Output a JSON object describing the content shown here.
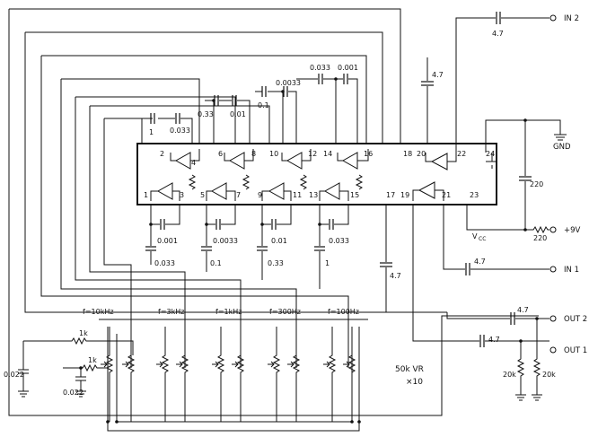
{
  "labels": {
    "in2": "IN 2",
    "in1": "IN 1",
    "gnd": "GND",
    "vcc_supply": "+9V",
    "vcc": "V",
    "vcc_sub": "CC",
    "out2": "OUT 2",
    "out1": "OUT 1",
    "vr": "50k  VR",
    "vr_count": "×10"
  },
  "pins": {
    "p1": "1",
    "p2": "2",
    "p3": "3",
    "p4": "4",
    "p5": "5",
    "p6": "6",
    "p7": "7",
    "p8": "8",
    "p9": "9",
    "p10": "10",
    "p11": "11",
    "p12": "12",
    "p13": "13",
    "p14": "14",
    "p15": "15",
    "p16": "16",
    "p17": "17",
    "p18": "18",
    "p19": "19",
    "p20": "20",
    "p21": "21",
    "p22": "22",
    "p23": "23",
    "p24": "24"
  },
  "components": {
    "c_in2": "4.7",
    "c_p20": "4.7",
    "c_in1": "4.7",
    "c_17": "4.7",
    "c_out2": "4.7",
    "c_out1": "4.7",
    "c_220": "220",
    "r_220": "220",
    "c_1": "1",
    "c_0033a": "0.033",
    "c_033": "0.33",
    "c_001a": "0.01",
    "c_01": "0.1",
    "c_00033a": "0.0033",
    "c_0033b": "0.033",
    "c_0001": "0.001",
    "c_b0001": "0.001",
    "c_b0033": "0.033",
    "c_b00033": "0.0033",
    "c_b01": "0.1",
    "c_b001": "0.01",
    "c_b033": "0.33",
    "c_b0033r": "0.033",
    "c_b1": "1",
    "r_1ka": "1k",
    "r_1kb": "1k",
    "c_0022a": "0.022",
    "c_0022b": "0.022",
    "r_20ka": "20k",
    "r_20kb": "20k"
  },
  "bands": {
    "f10k": "f=10kHz",
    "f3k": "f=3kHz",
    "f1k": "f=1kHz",
    "f300": "f=300Hz",
    "f100": "f=100Hz"
  }
}
